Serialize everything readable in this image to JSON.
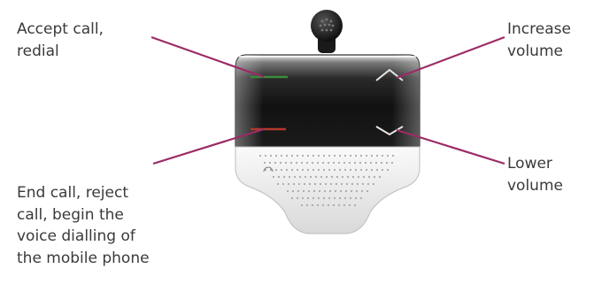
{
  "labels": {
    "accept": [
      "Accept call,",
      "redial"
    ],
    "end": [
      "End call, reject",
      "call, begin the",
      "voice dialling of",
      "the mobile phone"
    ],
    "increase": [
      "Increase",
      "volume"
    ],
    "lower": [
      "Lower",
      "volume"
    ]
  },
  "colors": {
    "callout_line": "#9c2a66",
    "accept_indicator": "#3c8a3a",
    "end_indicator": "#b23a2a",
    "text": "#3a3a3a"
  },
  "icons": [
    "microphone-icon",
    "accept-call-indicator-icon",
    "end-call-indicator-icon",
    "volume-up-arrow-icon",
    "volume-down-arrow-icon",
    "speaker-grille-icon"
  ]
}
